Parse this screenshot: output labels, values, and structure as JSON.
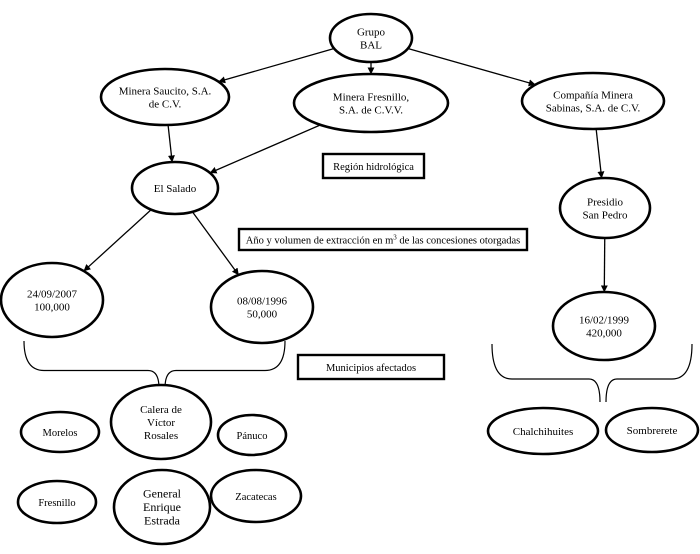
{
  "nodes": {
    "grupo_bal": [
      "Grupo",
      "BAL"
    ],
    "minera_saucito": [
      "Minera Saucito, S.A.",
      "de C.V."
    ],
    "minera_fresnillo": [
      "Minera Fresnillo,",
      "S.A. de C.V.V."
    ],
    "compania_minera_sabinas": [
      "Compañía Minera",
      "Sabinas, S.A. de C.V."
    ],
    "el_salado": [
      "El Salado"
    ],
    "presidio_san_pedro": [
      "Presidio",
      "San Pedro"
    ],
    "concesion_2007": [
      "24/09/2007",
      "100,000"
    ],
    "concesion_1996": [
      "08/08/1996",
      "50,000"
    ],
    "concesion_1999": [
      "16/02/1999",
      "420,000"
    ],
    "morelos": [
      "Morelos"
    ],
    "calera": [
      "Calera de",
      "Víctor",
      "Rosales"
    ],
    "panuco": [
      "Pánuco"
    ],
    "fresnillo": [
      "Fresnillo"
    ],
    "general_enrique_estrada": [
      "General",
      "Enrique",
      "Estrada"
    ],
    "zacatecas": [
      "Zacatecas"
    ],
    "chalchihuites": [
      "Chalchihuites"
    ],
    "sombrerete": [
      "Sombrerete"
    ]
  },
  "labels": {
    "region": "Región hidrológica",
    "extraction_prefix": "Año y volumen de extracción en m",
    "extraction_sup": "3",
    "extraction_suffix": " de las concesiones otorgadas",
    "municipalities": "Municipios afectados"
  }
}
